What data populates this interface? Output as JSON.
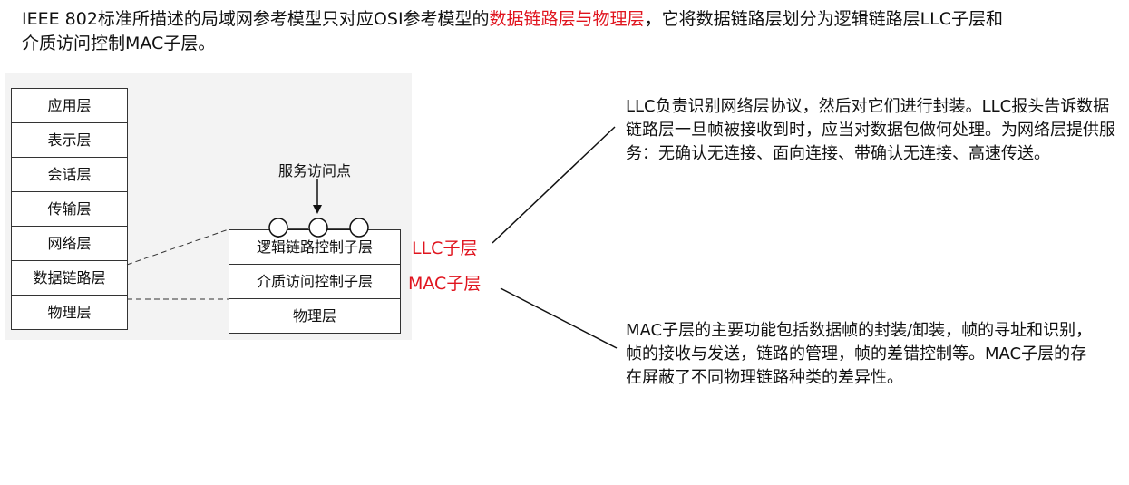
{
  "intro": {
    "part1": "IEEE 802标准所描述的局域网参考模型只对应OSI参考模型的",
    "highlight": "数据链路层与物理层",
    "part2": "，它将数据链路层划分为逻辑链路层LLC子层和介质访问控制MAC子层。"
  },
  "osi_layers": [
    "应用层",
    "表示层",
    "会话层",
    "传输层",
    "网络层",
    "数据链路层",
    "物理层"
  ],
  "ieee_layers": [
    "逻辑链路控制子层",
    "介质访问控制子层",
    "物理层"
  ],
  "sap_label": "服务访问点",
  "sublayer_labels": {
    "llc": "LLC子层",
    "mac": "MAC子层"
  },
  "notes": {
    "llc": "LLC负责识别网络层协议，然后对它们进行封装。LLC报头告诉数据链路层一旦帧被接收到时，应当对数据包做何处理。为网络层提供服务：无确认无连接、面向连接、带确认无连接、高速传送。",
    "mac": "MAC子层的主要功能包括数据帧的封装/卸装，帧的寻址和识别，帧的接收与发送，链路的管理，帧的差错控制等。MAC子层的存在屏蔽了不同物理链路种类的差异性。"
  },
  "colors": {
    "highlight": "#e0141e",
    "figure_bg": "#f3f3f3"
  }
}
